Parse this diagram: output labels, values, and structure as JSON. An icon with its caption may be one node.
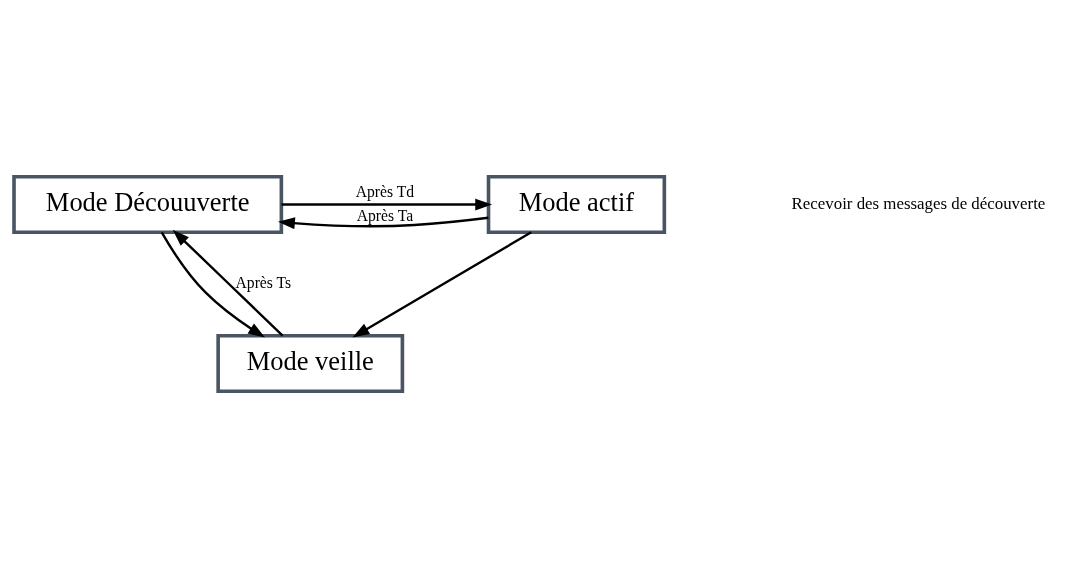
{
  "diagram": {
    "nodes": [
      {
        "text": [
          "Mode Découuverte"
        ]
      },
      {
        "text": [
          "Mode actif"
        ]
      },
      {
        "text": [
          "Mode veille"
        ]
      }
    ],
    "edges": [
      {
        "from": 1,
        "to": 0,
        "arrow": "to",
        "label": "Après Ta"
      },
      {
        "from": 0,
        "to": 1,
        "arrow": "to",
        "label": "Après Td"
      },
      {
        "from": 2,
        "to": 0,
        "arrow": "to",
        "label": "Après Ts"
      },
      {
        "from": 0,
        "to": 2,
        "arrow": "to"
      },
      {
        "from": 1,
        "to": 2,
        "arrow": "to"
      }
    ],
    "labels": [
      "Recevoir des messages de découverte"
    ]
  }
}
